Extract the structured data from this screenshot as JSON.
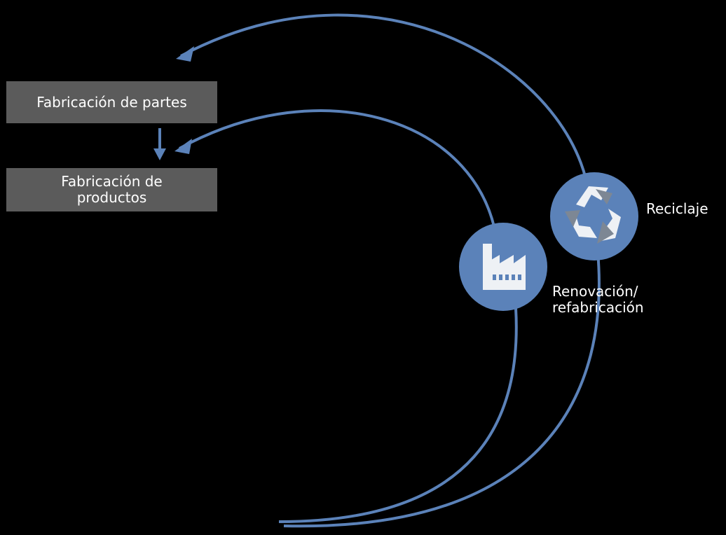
{
  "boxes": {
    "parts": "Fabricación de partes",
    "products": "Fabricación de\nproductos"
  },
  "nodes": {
    "recycling": {
      "label": "Reciclaje",
      "icon": "recycle-icon"
    },
    "remanufacturing": {
      "label": "Renovación/\nrefabricación",
      "icon": "factory-icon"
    }
  },
  "colors": {
    "background": "#000000",
    "box_fill": "#5b5b5b",
    "loop_line": "#5b82b9",
    "node_fill": "#5b82b9",
    "text": "#ffffff",
    "icon_white": "#eef1f5",
    "icon_grey": "#7d8794"
  }
}
